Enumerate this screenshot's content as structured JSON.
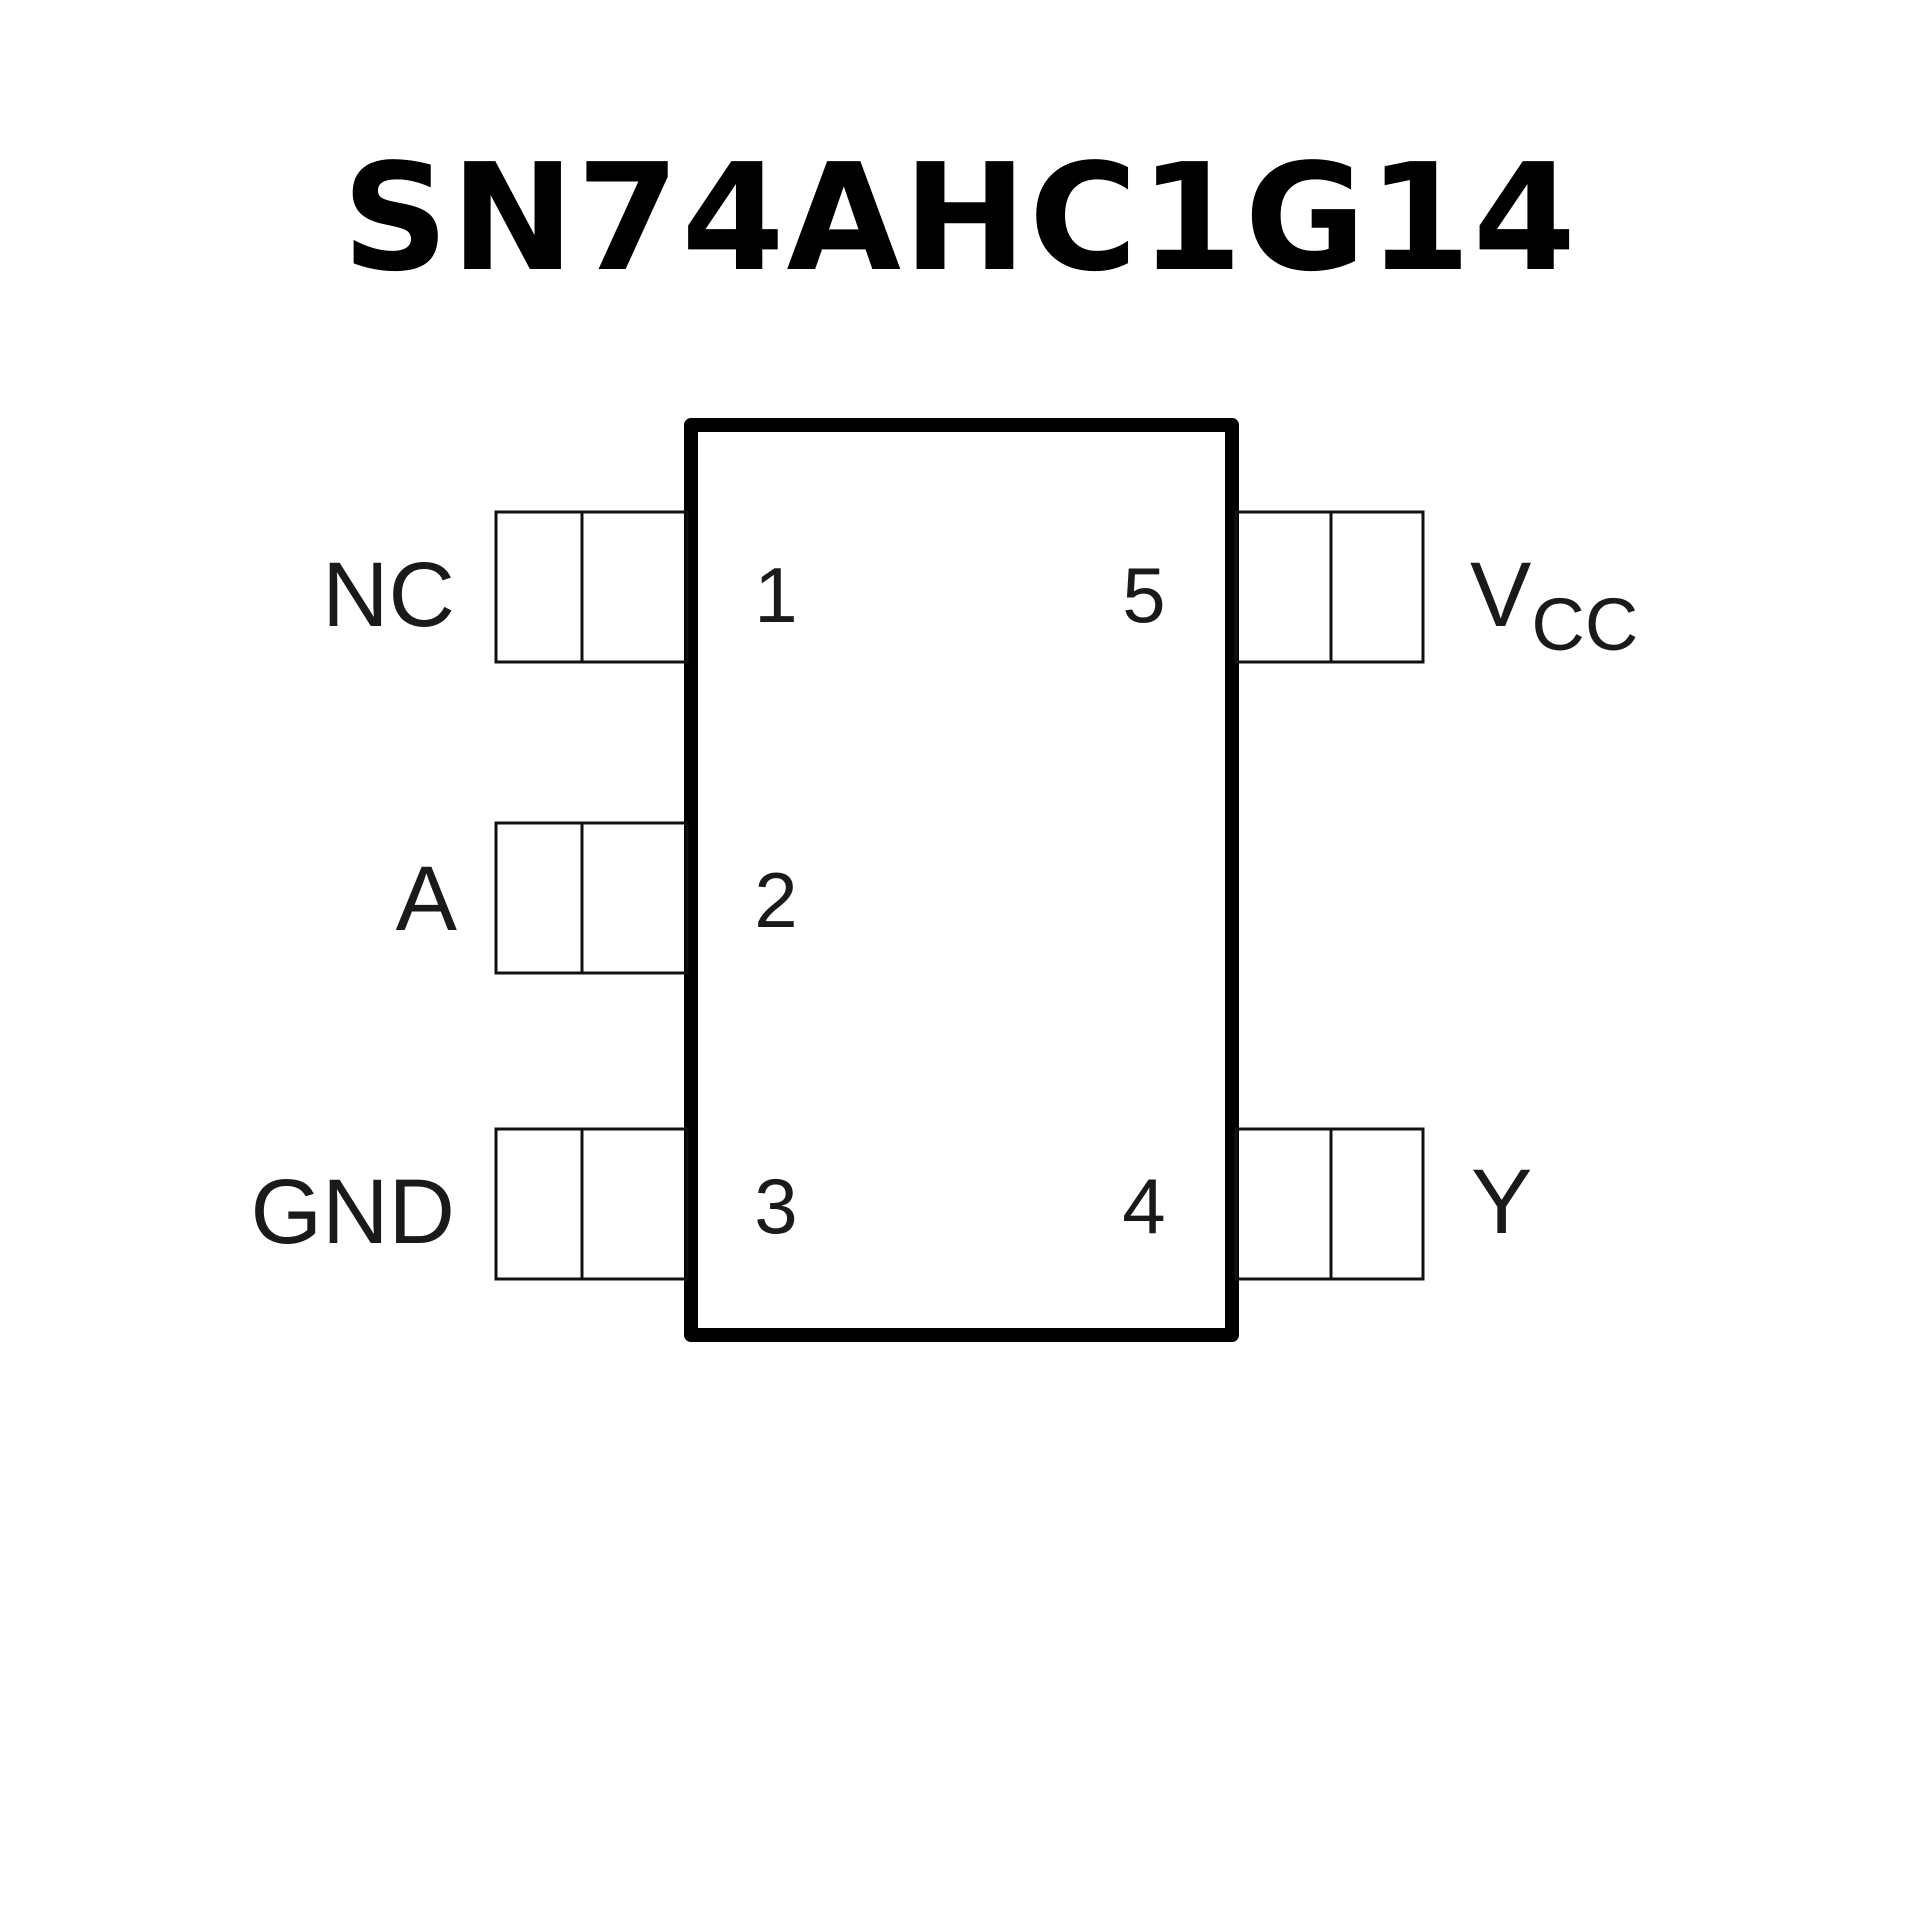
{
  "title": "SN74AHC1G14",
  "pins": [
    {
      "number": "1",
      "name": "NC"
    },
    {
      "number": "2",
      "name": "A"
    },
    {
      "number": "3",
      "name": "GND"
    },
    {
      "number": "4",
      "name": "Y"
    },
    {
      "number": "5",
      "name": "V",
      "name_subscript": "CC"
    }
  ]
}
